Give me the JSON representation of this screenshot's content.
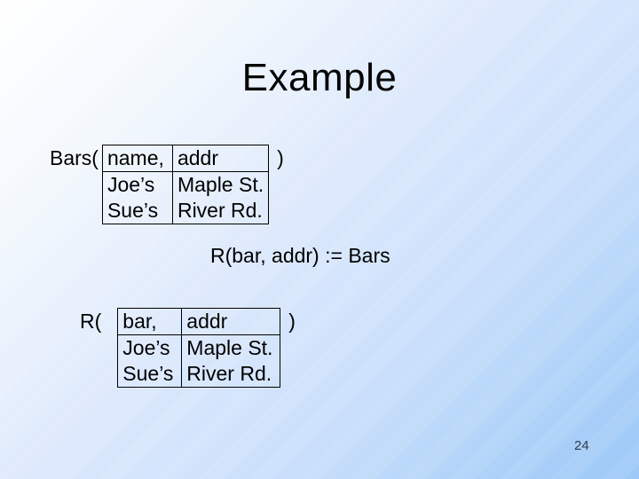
{
  "slide": {
    "title": "Example",
    "page_number": "24",
    "assignment_text": "R(bar, addr) := Bars",
    "bars_relation": {
      "label": "Bars(",
      "close_paren": ")",
      "headers": [
        "name,",
        "addr"
      ],
      "rows": [
        [
          "Joe’s",
          "Maple St."
        ],
        [
          "Sue’s",
          "River Rd."
        ]
      ]
    },
    "r_relation": {
      "label": "R(",
      "close_paren": ")",
      "headers": [
        "bar,",
        "addr"
      ],
      "rows": [
        [
          "Joe’s",
          "Maple St."
        ],
        [
          "Sue’s",
          "River Rd."
        ]
      ]
    },
    "colors": {
      "background_top_left": "#ffffff",
      "background_bottom_right": "#9cc8f8",
      "text": "#000000",
      "table_border": "#000000"
    }
  }
}
